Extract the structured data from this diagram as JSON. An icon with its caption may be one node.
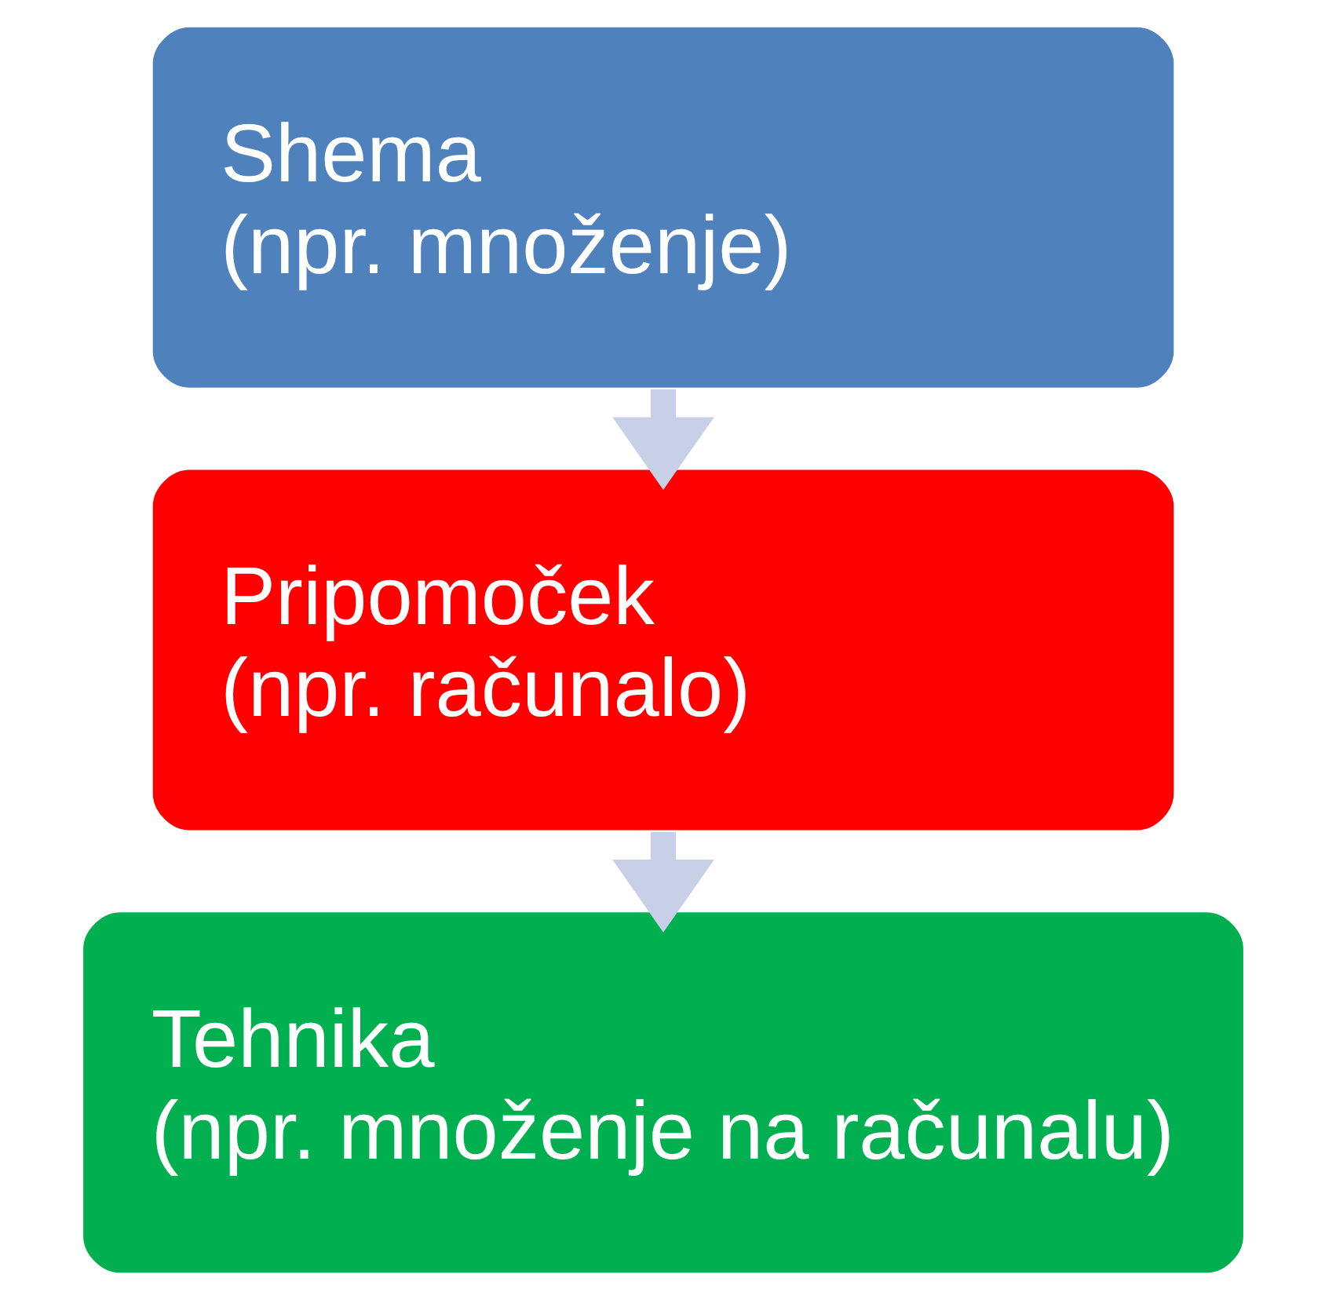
{
  "diagram": {
    "nodes": [
      {
        "text": [
          "Shema",
          "(npr. množenje)"
        ]
      },
      {
        "text": [
          "Pripomoček",
          "(npr. računalo)"
        ]
      },
      {
        "text": [
          "Tehnika",
          "(npr. množenje na računalu)"
        ]
      }
    ],
    "edges": [
      {
        "from": 0,
        "to": 1,
        "arrow": "to"
      },
      {
        "from": 1,
        "to": 2,
        "arrow": "to"
      }
    ]
  }
}
